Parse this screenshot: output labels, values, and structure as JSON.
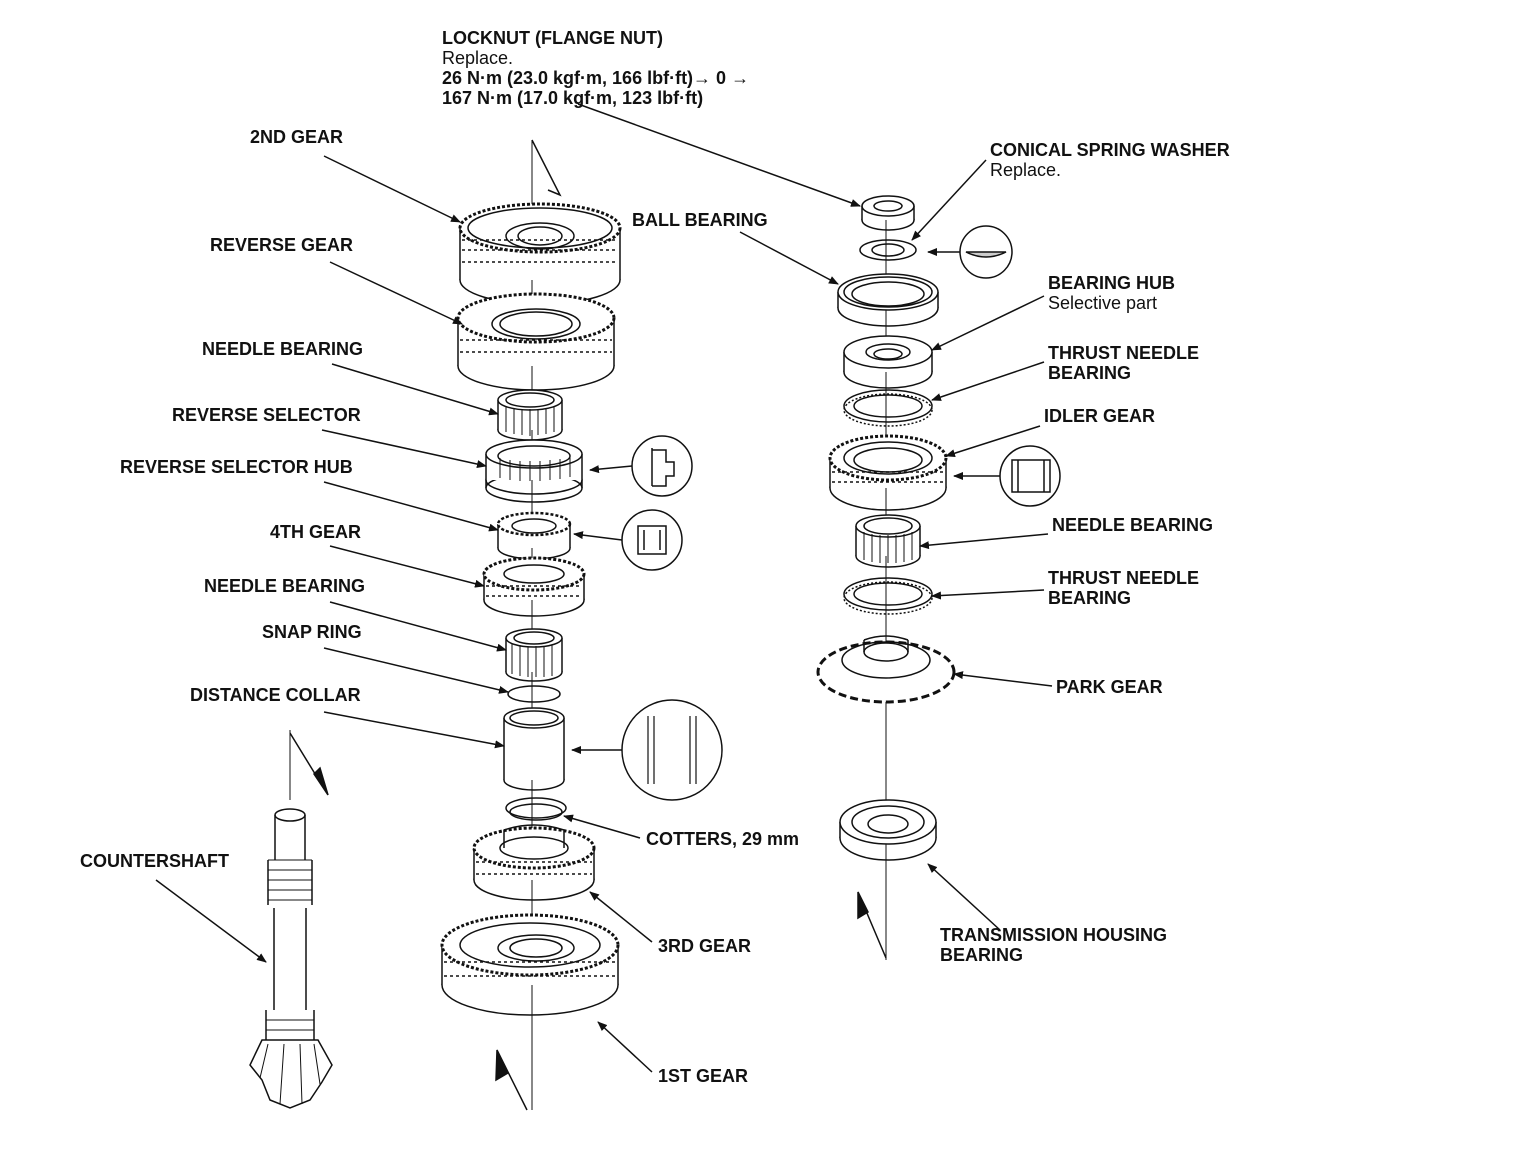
{
  "labels": {
    "locknut": {
      "title": "LOCKNUT (FLANGE NUT)",
      "note": "Replace.",
      "torque1": "26 N·m (23.0 kgf·m, 166 lbf·ft)→ 0 →",
      "torque2": "167 N·m (17.0 kgf·m, 123 lbf·ft)"
    },
    "second_gear": "2ND GEAR",
    "reverse_gear": "REVERSE GEAR",
    "needle_bearing_1": "NEEDLE BEARING",
    "reverse_selector": "REVERSE SELECTOR",
    "reverse_selector_hub": "REVERSE SELECTOR HUB",
    "fourth_gear": "4TH GEAR",
    "needle_bearing_2": "NEEDLE BEARING",
    "snap_ring": "SNAP RING",
    "distance_collar": "DISTANCE COLLAR",
    "countershaft": "COUNTERSHAFT",
    "cotters": "COTTERS, 29 mm",
    "third_gear": "3RD GEAR",
    "first_gear": "1ST GEAR",
    "conical_spring_washer": {
      "title": "CONICAL SPRING WASHER",
      "note": "Replace."
    },
    "ball_bearing": "BALL BEARING",
    "bearing_hub": {
      "title": "BEARING HUB",
      "note": "Selective part"
    },
    "thrust_needle_bearing_1": {
      "line1": "THRUST NEEDLE",
      "line2": "BEARING"
    },
    "idler_gear": "IDLER GEAR",
    "needle_bearing_3": "NEEDLE BEARING",
    "thrust_needle_bearing_2": {
      "line1": "THRUST NEEDLE",
      "line2": "BEARING"
    },
    "park_gear": "PARK GEAR",
    "transmission_housing_bearing": {
      "line1": "TRANSMISSION HOUSING",
      "line2": "BEARING"
    }
  },
  "colors": {
    "ink": "#111111",
    "paper": "#ffffff"
  }
}
